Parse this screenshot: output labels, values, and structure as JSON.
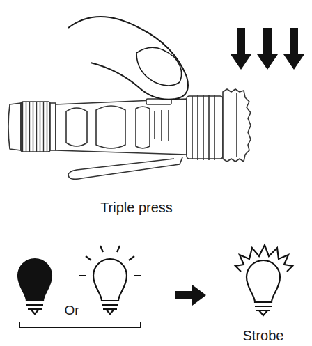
{
  "diagram": {
    "labels": [
      "Triple press",
      "Or",
      "Strobe"
    ]
  }
}
